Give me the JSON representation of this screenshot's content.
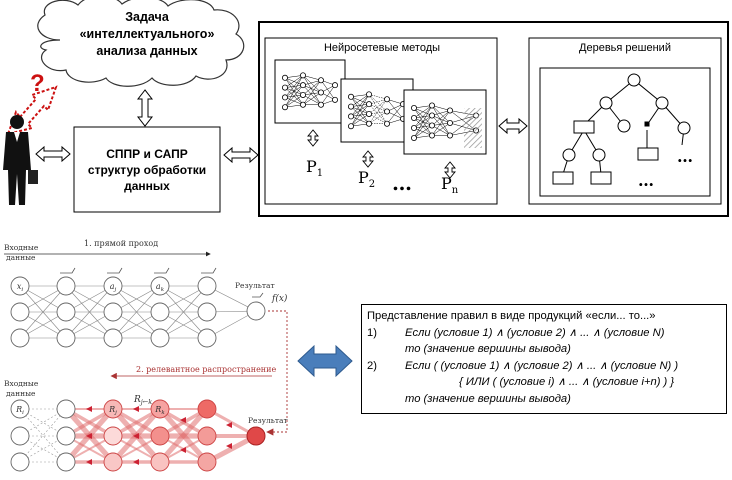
{
  "cloud": {
    "line1": "Задача",
    "line2": "«интеллектуального»",
    "line3": "анализа данных"
  },
  "question_mark": "?",
  "sppr": {
    "line1": "СППР и САПР",
    "line2": "структур обработки",
    "line3": "данных"
  },
  "neural": {
    "title": "Нейросетевые методы",
    "p1": "P",
    "p1_sub": "1",
    "p2": "P",
    "p2_sub": "2",
    "dots": "…",
    "pn": "P",
    "pn_sub": "n"
  },
  "trees": {
    "title": "Деревья решений",
    "dots1": "…",
    "dots2": "…"
  },
  "lrp": {
    "input_label_top_1": "Входные",
    "input_label_top_2": "данные",
    "forward_label": "1. прямой проход",
    "x_i": "x",
    "x_i_sub": "i",
    "a_j": "a",
    "a_j_sub": "j",
    "a_k": "a",
    "a_k_sub": "k",
    "result_top": "Результат",
    "fx": "f(x)",
    "backward_label": "2. релевантное распространение",
    "input_label_bottom_1": "Входные",
    "input_label_bottom_2": "данные",
    "r_i": "R",
    "r_i_sub": "i",
    "r_j": "R",
    "r_j_sub": "j",
    "r_k": "R",
    "r_k_sub": "k",
    "r_jk": "R",
    "r_jk_sub": "j←k",
    "result_bottom": "Результат"
  },
  "rules": {
    "title": "Представление правил в виде продукций «если... то...»",
    "n1": "1)",
    "l1": "Если (условие 1) ∧ (условие 2) ∧ ... ∧ (условие N)",
    "l2": "то (значение вершины вывода)",
    "n2": "2)",
    "l3": "Если ( (условие 1) ∧ (условие 2) ∧ ... ∧ (условие N) )",
    "l4": "{ ИЛИ ( (условие i) ∧ ... ∧ (условие i+n) ) }",
    "l5": "то (значение вершины вывода)"
  },
  "colors": {
    "relevance_red": "#d9534f",
    "relevance_light": "#f4b6b4",
    "arrow_blue": "#4a7ebb",
    "question_red": "#cc1111"
  }
}
